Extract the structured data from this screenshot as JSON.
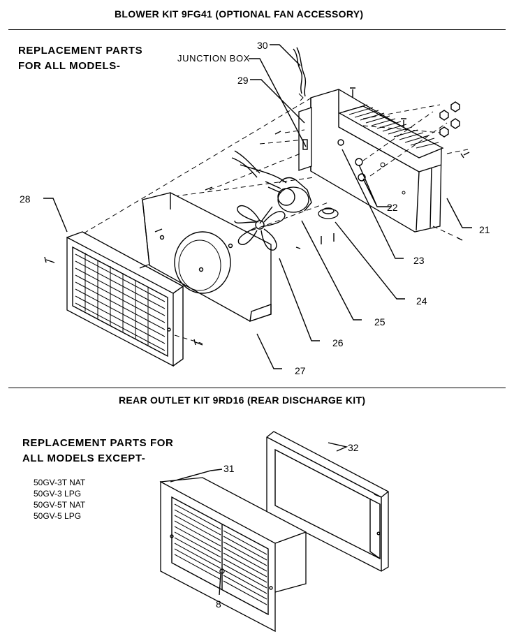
{
  "blower_kit": {
    "title": "BLOWER KIT 9FG41 (OPTIONAL FAN ACCESSORY)",
    "note_line1": "REPLACEMENT PARTS",
    "note_line2": "FOR ALL MODELS-",
    "junction_box_label": "JUNCTION BOX",
    "callouts": {
      "p21": "21",
      "p22": "22",
      "p23": "23",
      "p24": "24",
      "p25": "25",
      "p26": "26",
      "p27": "27",
      "p28": "28",
      "p29": "29",
      "p30": "30"
    }
  },
  "rear_outlet_kit": {
    "title": "REAR OUTLET KIT 9RD16 (REAR DISCHARGE KIT)",
    "note_line1": "REPLACEMENT PARTS FOR",
    "note_line2": "ALL MODELS EXCEPT-",
    "models": [
      "50GV-3T NAT",
      "50GV-3 LPG",
      "50GV-5T NAT",
      "50GV-5 LPG"
    ],
    "callouts": {
      "p31": "31",
      "p32": "32",
      "p8": "8"
    }
  }
}
